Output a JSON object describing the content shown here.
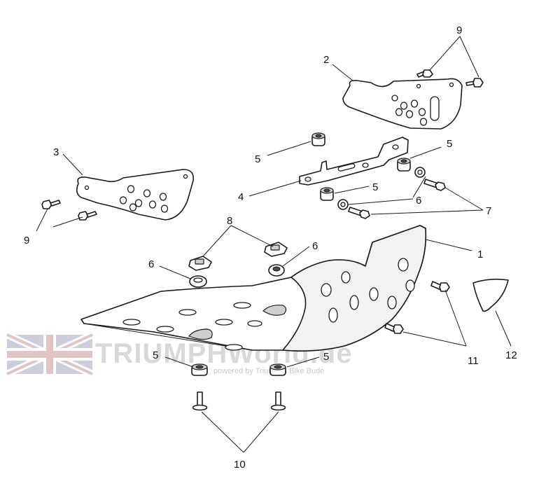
{
  "colors": {
    "line": "#1a1a1a",
    "watermark": "#b9b9b9",
    "background": "#ffffff"
  },
  "callouts": {
    "c1": "1",
    "c2": "2",
    "c3": "3",
    "c4": "4",
    "c5a": "5",
    "c5b": "5",
    "c5c": "5",
    "c5d": "5",
    "c5e": "5",
    "c6a": "6",
    "c6b": "6",
    "c6c": "6",
    "c7": "7",
    "c8": "8",
    "c9a": "9",
    "c9b": "9",
    "c10": "10",
    "c11": "11",
    "c12": "12"
  },
  "watermark": {
    "brand": "TRIUMPHWorld.de",
    "tagline": "powered by Triumphs Bike Bude",
    "flag": "union-jack-flag-icon"
  }
}
